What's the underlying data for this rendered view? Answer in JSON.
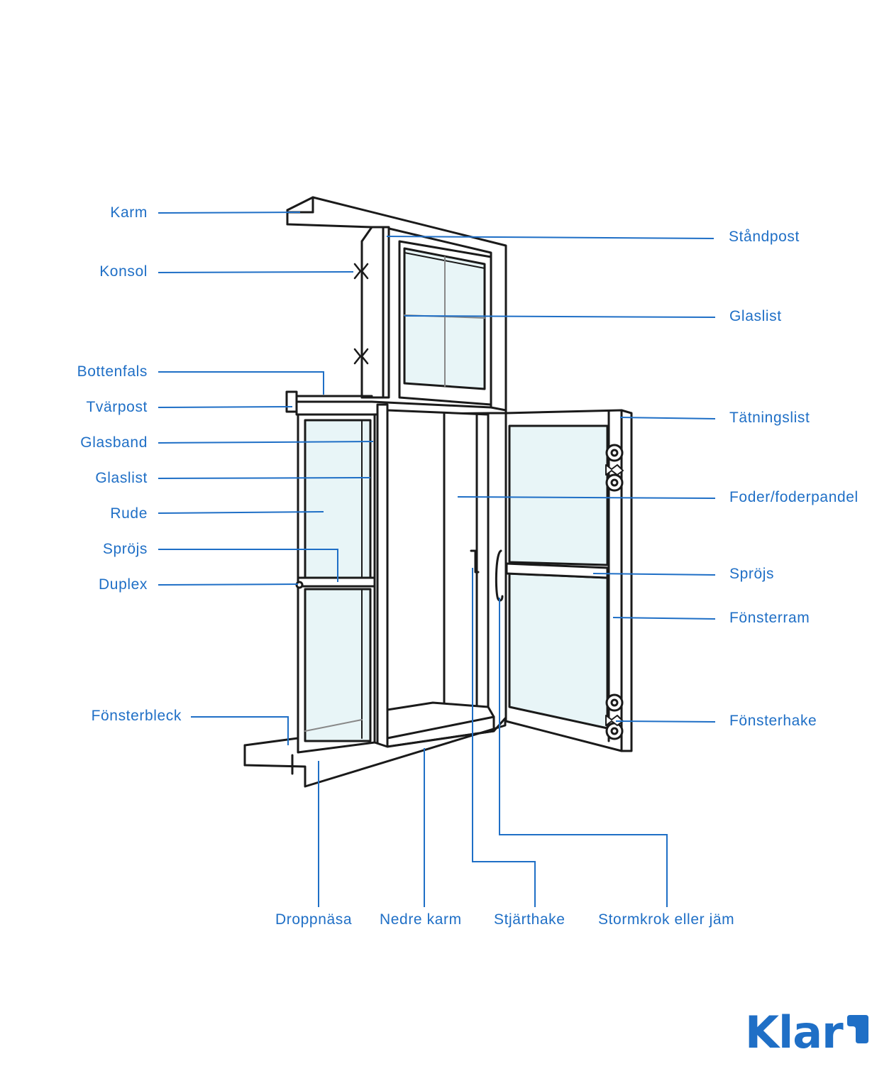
{
  "labels": {
    "karm": "Karm",
    "konsol": "Konsol",
    "bottenfals": "Bottenfals",
    "tvarpost": "Tvärpost",
    "glasband": "Glasband",
    "glaslist_left": "Glaslist",
    "rude": "Rude",
    "sprojs_left": "Spröjs",
    "duplex": "Duplex",
    "fonsterbleck": "Fönsterbleck",
    "standpost": "Ståndpost",
    "glaslist_right": "Glaslist",
    "tatningslist": "Tätningslist",
    "foder": "Foder/foderpandel",
    "sprojs_right": "Spröjs",
    "fonsterram": "Fönsterram",
    "fonsterhake": "Fönsterhake",
    "droppnasa": "Droppnäsa",
    "nedre_karm": "Nedre karm",
    "stjarthake": "Stjärthake",
    "stormkrok": "Stormkrok eller jäm"
  },
  "logo": {
    "text": "Klar"
  },
  "colors": {
    "accent": "#1f6fc6",
    "line": "#1a1a1a",
    "glass": "#e8f5f7"
  }
}
